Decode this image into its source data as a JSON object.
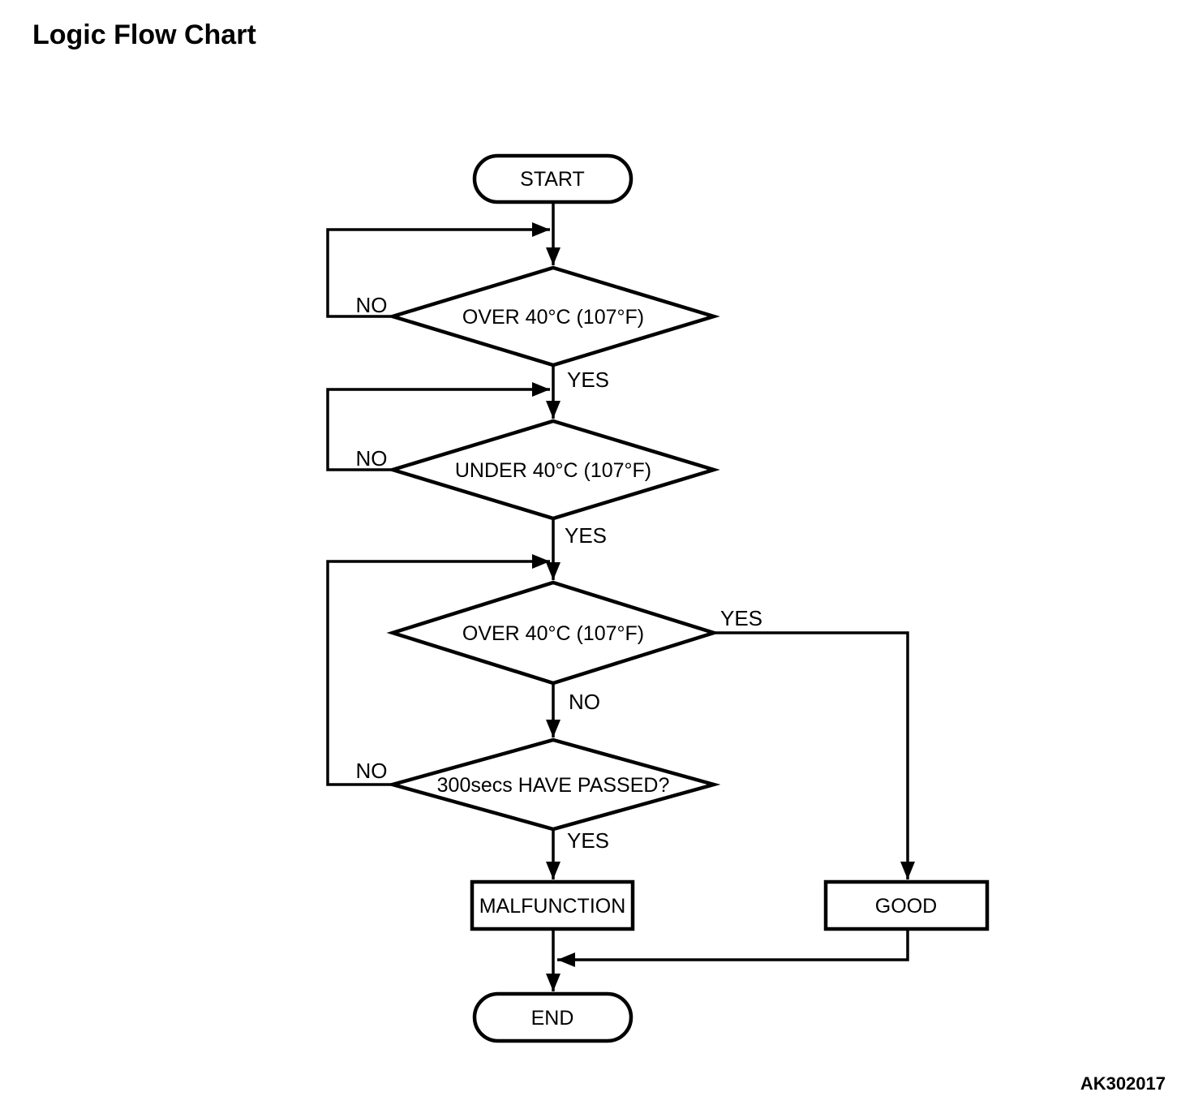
{
  "page": {
    "title": "Logic Flow Chart",
    "figure_code": "AK302017",
    "colors": {
      "background": "#ffffff",
      "line": "#000000",
      "text": "#000000"
    }
  },
  "flowchart": {
    "nodes": [
      {
        "id": "start",
        "type": "terminator",
        "label": "START"
      },
      {
        "id": "check-over-40-1",
        "type": "decision",
        "label": "OVER 40°C (107°F)"
      },
      {
        "id": "check-under-40",
        "type": "decision",
        "label": "UNDER 40°C (107°F)"
      },
      {
        "id": "check-over-40-2",
        "type": "decision",
        "label": "OVER 40°C (107°F)"
      },
      {
        "id": "check-300secs",
        "type": "decision",
        "label": "300secs HAVE PASSED?"
      },
      {
        "id": "malfunction",
        "type": "process",
        "label": "MALFUNCTION"
      },
      {
        "id": "good",
        "type": "process",
        "label": "GOOD"
      },
      {
        "id": "end",
        "type": "terminator",
        "label": "END"
      }
    ],
    "edge_labels": [
      {
        "id": "over-40-1-no",
        "label": "NO"
      },
      {
        "id": "over-40-1-yes",
        "label": "YES"
      },
      {
        "id": "under-40-no",
        "label": "NO"
      },
      {
        "id": "under-40-yes",
        "label": "YES"
      },
      {
        "id": "over-40-2-yes",
        "label": "YES"
      },
      {
        "id": "over-40-2-no",
        "label": "NO"
      },
      {
        "id": "300secs-no",
        "label": "NO"
      },
      {
        "id": "300secs-yes",
        "label": "YES"
      }
    ],
    "connections": [
      {
        "from": "start",
        "to": "check-over-40-1"
      },
      {
        "from": "check-over-40-1",
        "to": "check-over-40-1",
        "label": "NO"
      },
      {
        "from": "check-over-40-1",
        "to": "check-under-40",
        "label": "YES"
      },
      {
        "from": "check-under-40",
        "to": "check-under-40",
        "label": "NO"
      },
      {
        "from": "check-under-40",
        "to": "check-over-40-2",
        "label": "YES"
      },
      {
        "from": "check-over-40-2",
        "to": "good",
        "label": "YES"
      },
      {
        "from": "check-over-40-2",
        "to": "check-300secs",
        "label": "NO"
      },
      {
        "from": "check-300secs",
        "to": "check-over-40-2",
        "label": "NO"
      },
      {
        "from": "check-300secs",
        "to": "malfunction",
        "label": "YES"
      },
      {
        "from": "malfunction",
        "to": "end"
      },
      {
        "from": "good",
        "to": "end"
      }
    ]
  }
}
